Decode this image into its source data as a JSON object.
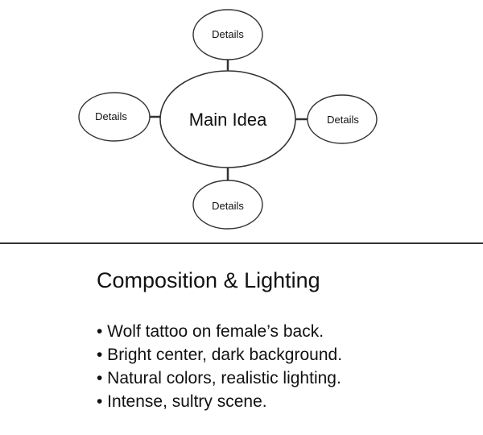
{
  "diagram": {
    "center_label": "Main Idea",
    "top_label": "Details",
    "left_label": "Details",
    "right_label": "Details",
    "bottom_label": "Details"
  },
  "section": {
    "title": "Composition & Lighting",
    "bullets": [
      "• Wolf tattoo on female’s back.",
      "• Bright center, dark background.",
      "• Natural colors, realistic lighting.",
      "• Intense, sultry scene."
    ]
  }
}
